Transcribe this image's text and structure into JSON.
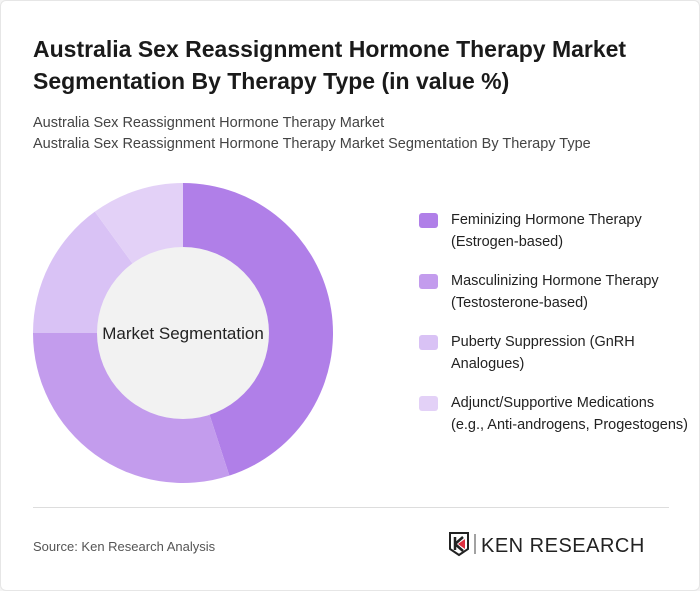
{
  "title": "Australia Sex Reassignment Hormone Therapy Market Segmentation By Therapy Type (in value %)",
  "subtitle_1": "Australia Sex Reassignment Hormone Therapy Market",
  "subtitle_2": "Australia Sex Reassignment Hormone Therapy Market Segmentation By Therapy Type",
  "source": "Source: Ken Research Analysis",
  "logo_text": "KEN RESEARCH",
  "chart_data": {
    "type": "pie",
    "variant": "donut",
    "center_label": "Market Segmentation",
    "legend_position": "right",
    "categories": [
      "Feminizing Hormone Therapy (Estrogen-based)",
      "Masculinizing Hormone Therapy (Testosterone-based)",
      "Puberty Suppression (GnRH Analogues)",
      "Adjunct/Supportive Medications (e.g., Anti-androgens, Progestogens)"
    ],
    "values": [
      45,
      30,
      15,
      10
    ],
    "colors": [
      "#b07fe8",
      "#c39ced",
      "#d9c2f5",
      "#e3d1f7"
    ]
  }
}
